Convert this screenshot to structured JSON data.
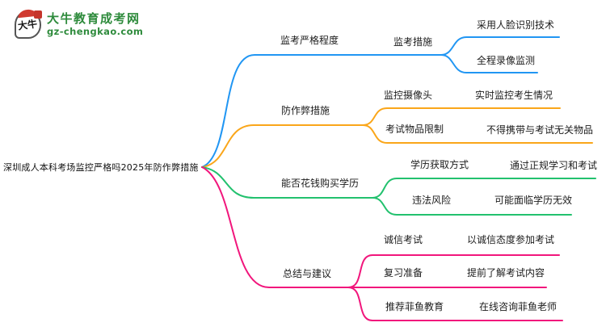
{
  "logo": {
    "icon_text": "大牛",
    "title": "大牛教育成考网",
    "domain": "gz-chengkao.com",
    "green": "#2e8b3c"
  },
  "topic": "深圳成人本科考场监控严格吗2025年防作弊措施",
  "branches": [
    {
      "label": "监考严格程度",
      "color": "#2196F3",
      "children": [
        {
          "label": "监考措施",
          "leaves": [
            "采用人脸识别技术",
            "全程录像监测"
          ]
        }
      ]
    },
    {
      "label": "防作弊措施",
      "color": "#FAA61A",
      "children": [
        {
          "label": "监控摄像头",
          "leaves": [
            "实时监控考生情况"
          ]
        },
        {
          "label": "考试物品限制",
          "leaves": [
            "不得携带与考试无关物品"
          ]
        }
      ]
    },
    {
      "label": "能否花钱购买学历",
      "color": "#22C16E",
      "children": [
        {
          "label": "学历获取方式",
          "leaves": [
            "通过正规学习和考试"
          ]
        },
        {
          "label": "违法风险",
          "leaves": [
            "可能面临学历无效"
          ]
        }
      ]
    },
    {
      "label": "总结与建议",
      "color": "#F1167C",
      "children": [
        {
          "label": "诚信考试",
          "leaves": [
            "以诚信态度参加考试"
          ]
        },
        {
          "label": "复习准备",
          "leaves": [
            "提前了解考试内容"
          ]
        },
        {
          "label": "推荐菲鱼教育",
          "leaves": [
            "在线咨询菲鱼老师"
          ]
        }
      ]
    }
  ]
}
